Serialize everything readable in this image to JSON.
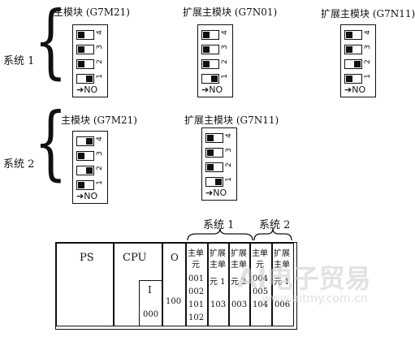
{
  "system1": {
    "label": "系统 1",
    "modules": [
      {
        "title": "主模块 (G7M21)",
        "switches": [
          false,
          false,
          false,
          true
        ],
        "numbers": [
          "4",
          "3",
          "2",
          "1"
        ],
        "no_label": "NO"
      },
      {
        "title": "扩展主模块 (G7N01)",
        "switches": [
          false,
          false,
          false,
          true
        ],
        "numbers": [
          "4",
          "3",
          "2",
          "1"
        ],
        "no_label": "NO"
      },
      {
        "title": "扩展主模块 (G7N11)",
        "switches": [
          false,
          false,
          true,
          false
        ],
        "numbers": [
          "4",
          "3",
          "2",
          "1"
        ],
        "no_label": "NO"
      }
    ]
  },
  "system2": {
    "label": "系统 2",
    "modules": [
      {
        "title": "主模块 (G7M21)",
        "switches": [
          true,
          false,
          true,
          false
        ],
        "numbers": [
          "4",
          "3",
          "2",
          "1"
        ],
        "no_label": "NO"
      },
      {
        "title": "扩展主模块 (G7N11)",
        "switches": [
          true,
          false,
          false,
          true
        ],
        "numbers": [
          "4",
          "3",
          "2",
          "1"
        ],
        "no_label": "NO"
      }
    ]
  },
  "rack": {
    "brace_sys1": "系统 1",
    "brace_sys2": "系统 2",
    "ps": "PS",
    "cpu": "CPU",
    "i_label": "I",
    "i_addr": "000",
    "o_label": "O",
    "o_addr": "100",
    "col1": {
      "head1": "主单",
      "head2": "元",
      "addrs": [
        "001",
        "002",
        "101",
        "102"
      ]
    },
    "col2": {
      "head1": "扩展",
      "head2": "主单",
      "head3": "元 1",
      "addr": "103"
    },
    "col3": {
      "head1": "扩展",
      "head2": "主单",
      "head3": "元 2",
      "addr": "003"
    },
    "col4": {
      "head1": "主单",
      "head2": "元",
      "addrs": [
        "004",
        "005",
        "104"
      ]
    },
    "col5": {
      "head1": "扩展",
      "head2": "主单",
      "head3": "元 1",
      "addr": "006"
    }
  },
  "watermark": {
    "main": "AI电子贸易",
    "url": "www.aitmy.com.cn"
  }
}
